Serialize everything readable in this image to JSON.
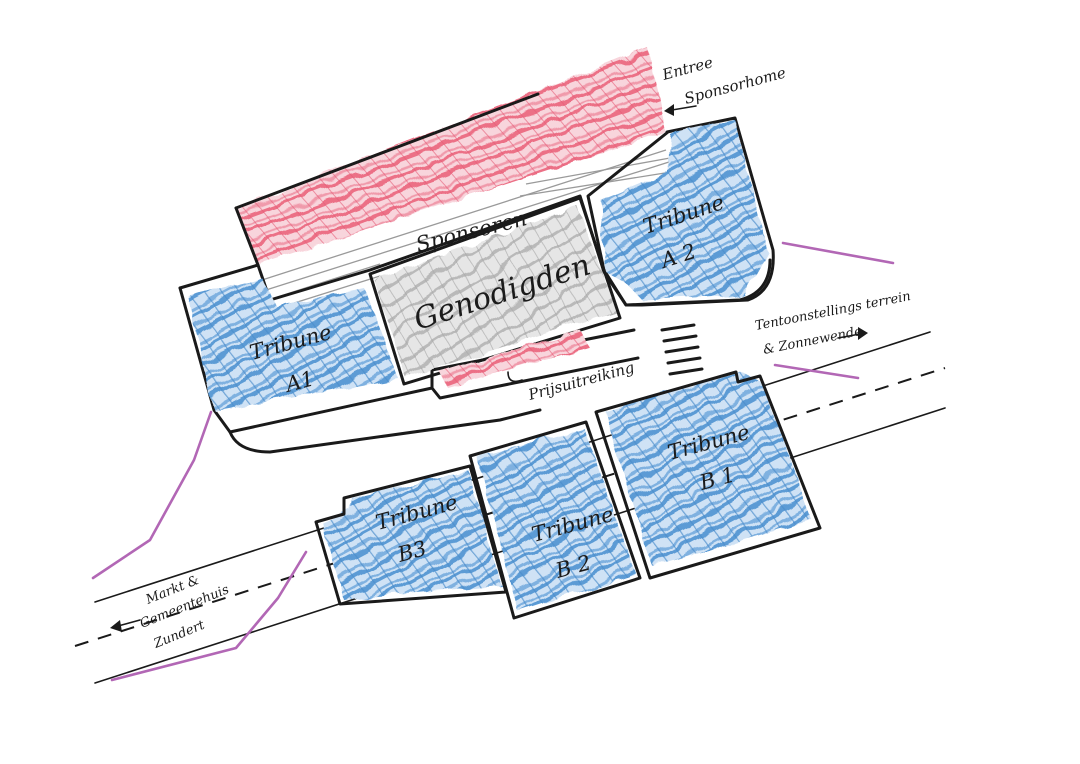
{
  "colors": {
    "tribune_blue": "#5b9bd5",
    "sponsor_pink": "#ec6f86",
    "genodigden_gray": "#b9b9b9",
    "path_purple": "#b267b5",
    "outline": "#1a1a1a"
  },
  "areas": {
    "sponsoren": "Sponsoren",
    "genodigden": "Genodigden",
    "tribune_a1_line1": "Tribune",
    "tribune_a1_line2": "A1",
    "tribune_a2_line1": "Tribune",
    "tribune_a2_line2": "A 2",
    "tribune_b1_line1": "Tribune",
    "tribune_b1_line2": "B 1",
    "tribune_b2_line1": "Tribune",
    "tribune_b2_line2": "B 2",
    "tribune_b3_line1": "Tribune",
    "tribune_b3_line2": "B3",
    "prijsuitreiking": "Prijsuitreiking"
  },
  "directions": {
    "entree_line1": "Entree",
    "entree_line2": "Sponsorhome",
    "tentoonstelling_line1": "Tentoonstellings terrein",
    "tentoonstelling_line2": "& Zonnewende",
    "markt_line1": "Markt &",
    "markt_line2": "Gemeentehuis",
    "markt_line3": "Zundert"
  }
}
